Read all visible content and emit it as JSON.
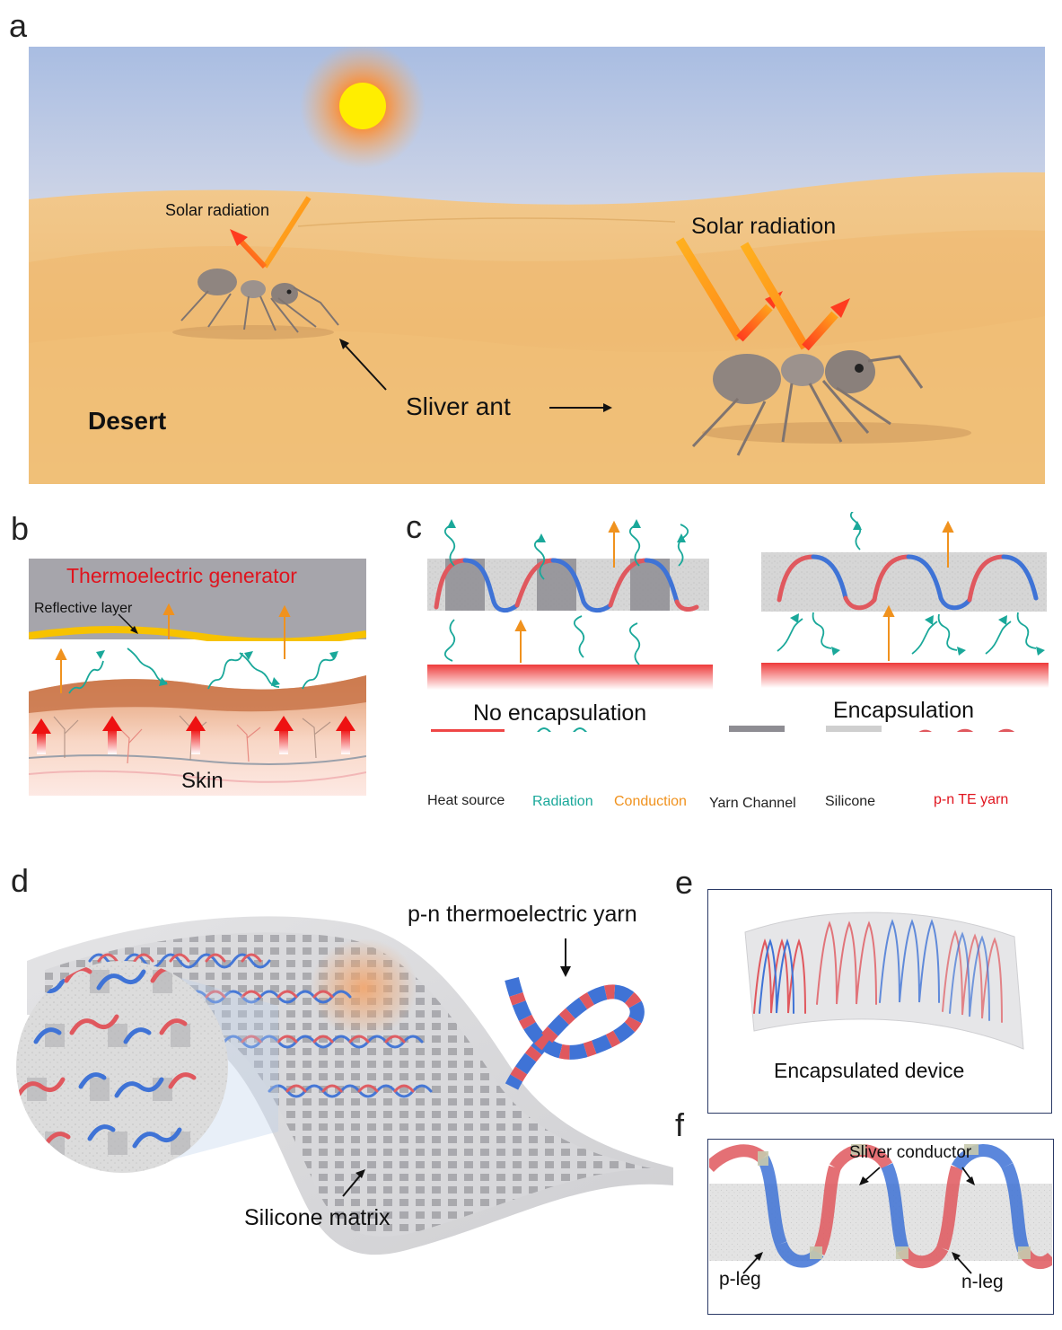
{
  "panels": {
    "a": {
      "letter": "a",
      "solar_small": "Solar radiation",
      "solar_large": "Solar radiation",
      "ant_label": "Sliver ant",
      "desert_label": "Desert"
    },
    "b": {
      "letter": "b",
      "title": "Thermoelectric generator",
      "reflective": "Reflective layer",
      "skin": "Skin"
    },
    "c": {
      "letter": "c",
      "no_encap": "No encapsulation",
      "encap": "Encapsulation",
      "legend": [
        {
          "label": "Heat source",
          "color": "#222222"
        },
        {
          "label": "Radiation",
          "color": "#1aa89a"
        },
        {
          "label": "Conduction",
          "color": "#f0921e"
        },
        {
          "label": "Yarn Channel",
          "color": "#222222"
        },
        {
          "label": "Silicone",
          "color": "#222222"
        },
        {
          "label": "p-n TE yarn",
          "color": "#e0141e"
        }
      ]
    },
    "d": {
      "letter": "d",
      "yarn_label": "p-n thermoelectric yarn",
      "matrix_label": "Silicone matrix"
    },
    "e": {
      "letter": "e",
      "caption": "Encapsulated device"
    },
    "f": {
      "letter": "f",
      "conductor": "Sliver conductor",
      "pleg": "p-leg",
      "nleg": "n-leg"
    }
  },
  "colors": {
    "p_type": "#e0585e",
    "n_type": "#3f73d6",
    "radiation": "#1aa89a",
    "conduction": "#f0921e",
    "title_red": "#e0141e"
  }
}
